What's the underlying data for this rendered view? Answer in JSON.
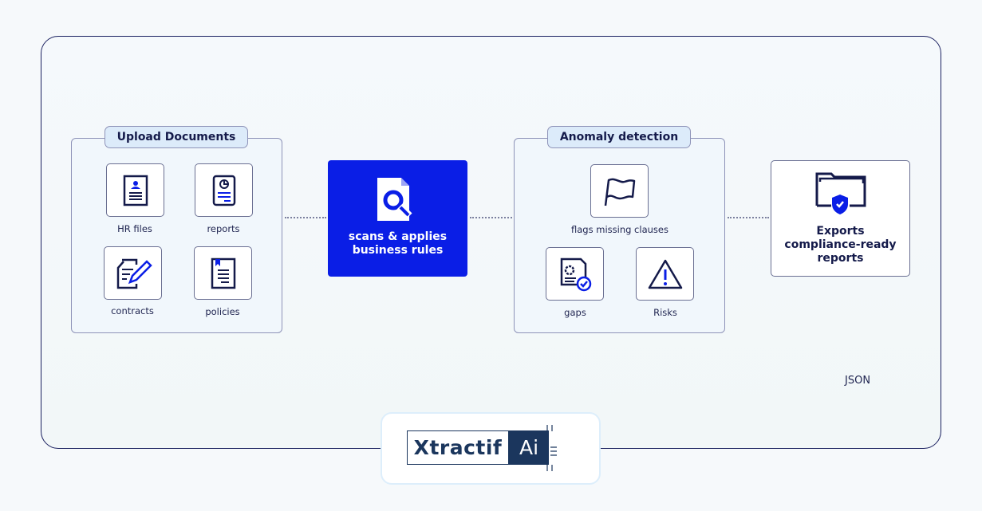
{
  "upload": {
    "title": "Upload Documents",
    "items": [
      {
        "label": "HR files",
        "icon": "hr-file-icon"
      },
      {
        "label": "reports",
        "icon": "report-icon"
      },
      {
        "label": "contracts",
        "icon": "contract-icon"
      },
      {
        "label": "policies",
        "icon": "policy-icon"
      }
    ]
  },
  "process": {
    "line1": "scans & applies",
    "line2": "business rules",
    "icon": "document-search-icon"
  },
  "anomaly": {
    "title": "Anomaly detection",
    "items": [
      {
        "label": "flags missing clauses",
        "icon": "flag-icon"
      },
      {
        "label": "gaps",
        "icon": "document-check-icon"
      },
      {
        "label": "Risks",
        "icon": "warning-icon"
      }
    ]
  },
  "export": {
    "line1": "Exports",
    "line2": "compliance-ready",
    "line3": "reports",
    "icon": "folder-shield-icon"
  },
  "format": "JSON",
  "logo": {
    "text": "Xtractif",
    "badge": "Ai"
  },
  "colors": {
    "primary": "#0a1ee6",
    "navy": "#141a4a",
    "logo": "#1b365d",
    "logo_accent": "#d33a3a"
  }
}
